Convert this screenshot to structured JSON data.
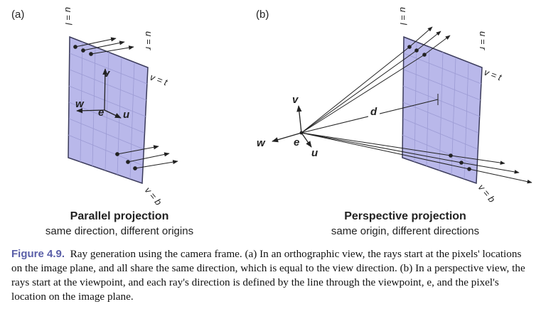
{
  "panels": {
    "a": {
      "tag": "(a)",
      "title": "Parallel projection",
      "desc": "same direction, different origins",
      "labels": {
        "v": "v",
        "w": "w",
        "e": "e",
        "u": "u",
        "u_l": "u = l",
        "u_r": "u = r",
        "v_t": "v = t",
        "v_b": "v = b"
      }
    },
    "b": {
      "tag": "(b)",
      "title": "Perspective projection",
      "desc": "same origin, different directions",
      "labels": {
        "v": "v",
        "w": "w",
        "e": "e",
        "u": "u",
        "d": "d",
        "u_l": "u = l",
        "u_r": "u = r",
        "v_t": "v = t",
        "v_b": "v = b"
      }
    }
  },
  "caption": {
    "label": "Figure 4.9.",
    "text": "Ray generation using the camera frame. (a) In an orthographic view, the rays start at the pixels' locations on the image plane, and all share the same direction, which is equal to the view direction. (b) In a perspective view, the rays start at the viewpoint, and each ray's direction is defined by the line through the viewpoint, e, and the pixel's location on the image plane."
  },
  "colors": {
    "plane_fill": "#b9b8ea",
    "plane_edge": "#3a3a5a",
    "grid": "#9c9bd4",
    "caption_label": "#5a5fa8"
  }
}
